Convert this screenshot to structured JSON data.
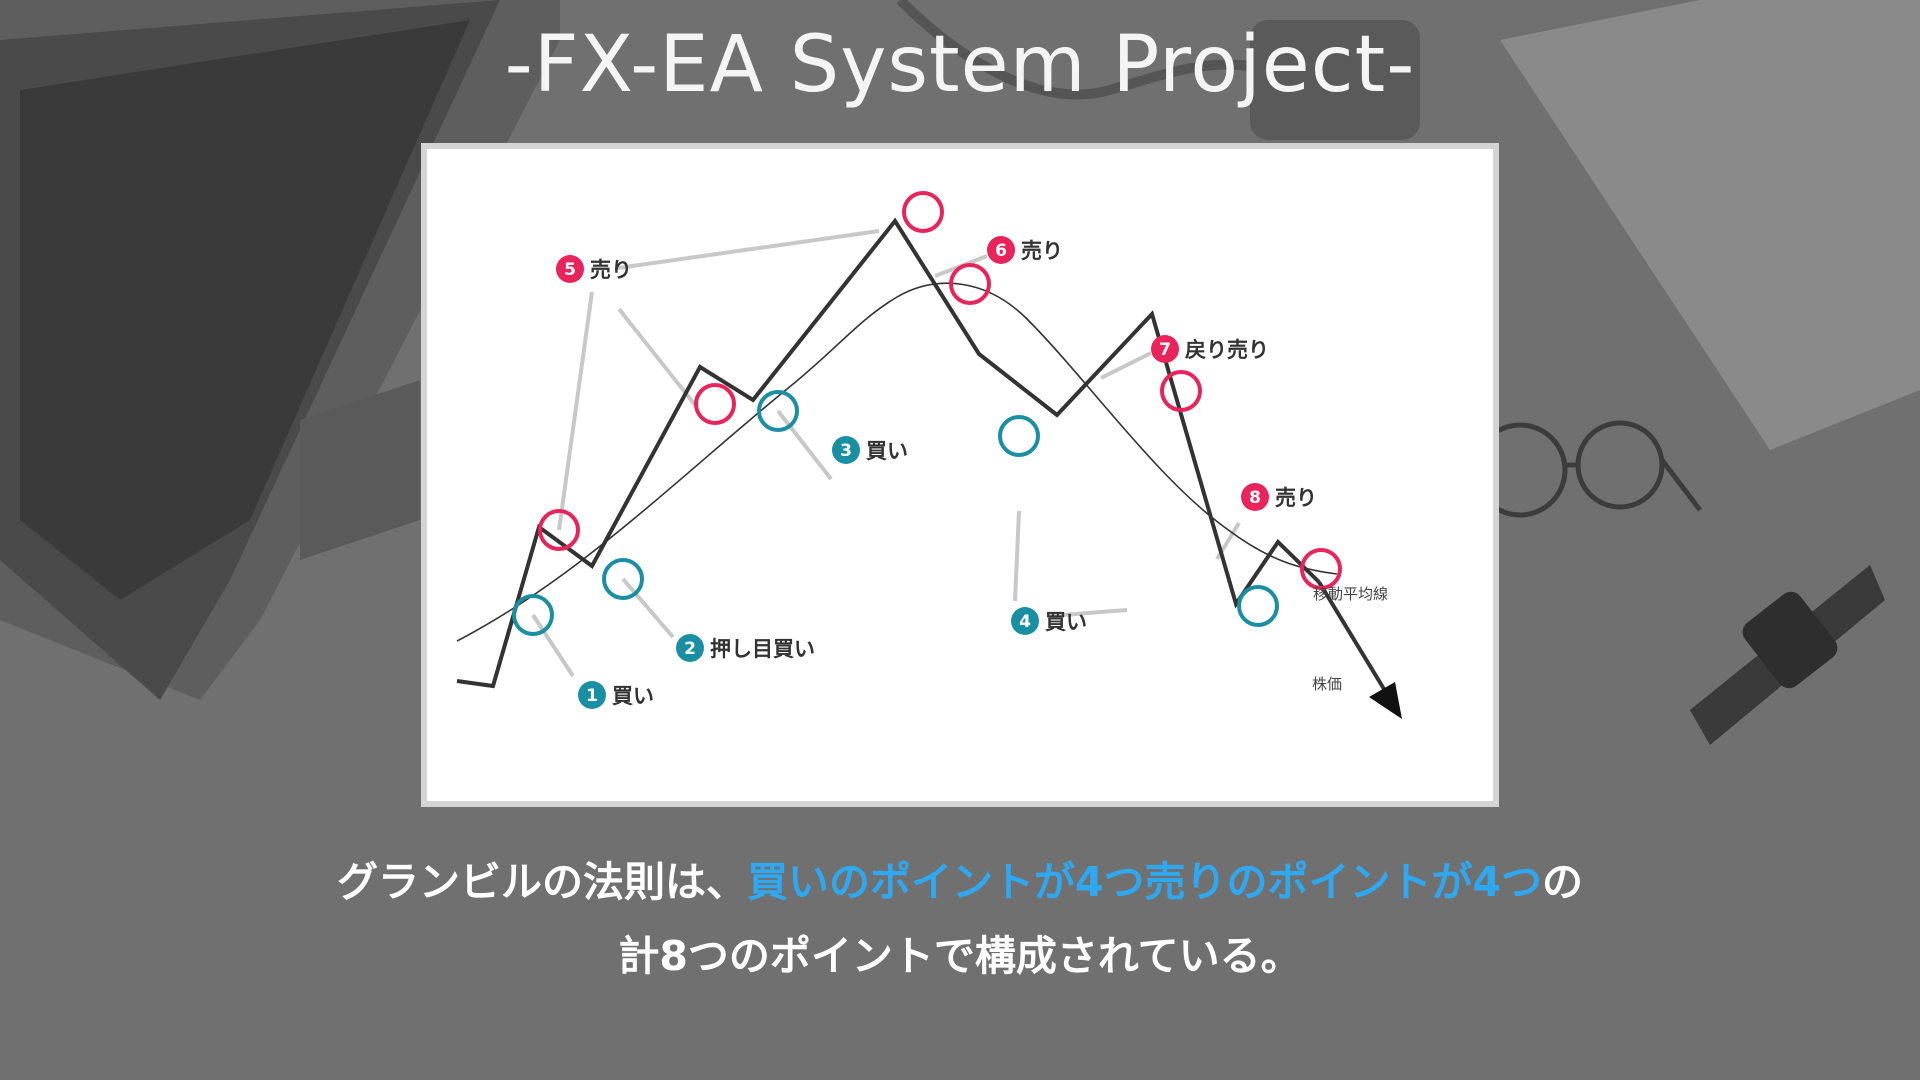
{
  "slide": {
    "title": "-FX-EA System Project-",
    "caption_line1_pre": "グランビルの法則は、",
    "caption_line1_highlight": "買いのポイントが4つ売りのポイントが4つ",
    "caption_line1_post": "の",
    "caption_line2": "計8つのポイントで構成されている。"
  },
  "diagram": {
    "moving_average_label": "移動平均線",
    "price_label": "株価",
    "points": [
      {
        "num": "1",
        "label": "買い",
        "signal": "buy"
      },
      {
        "num": "2",
        "label": "押し目買い",
        "signal": "buy"
      },
      {
        "num": "3",
        "label": "買い",
        "signal": "buy"
      },
      {
        "num": "4",
        "label": "買い",
        "signal": "buy"
      },
      {
        "num": "5",
        "label": "売り",
        "signal": "sell"
      },
      {
        "num": "6",
        "label": "売り",
        "signal": "sell"
      },
      {
        "num": "7",
        "label": "戻り売り",
        "signal": "sell"
      },
      {
        "num": "8",
        "label": "売り",
        "signal": "sell"
      }
    ]
  },
  "colors": {
    "buy": "#1a8fa3",
    "sell": "#e8245a",
    "highlight": "#2ea8f0",
    "price_line": "#333333",
    "connector": "#c8c8c8"
  }
}
